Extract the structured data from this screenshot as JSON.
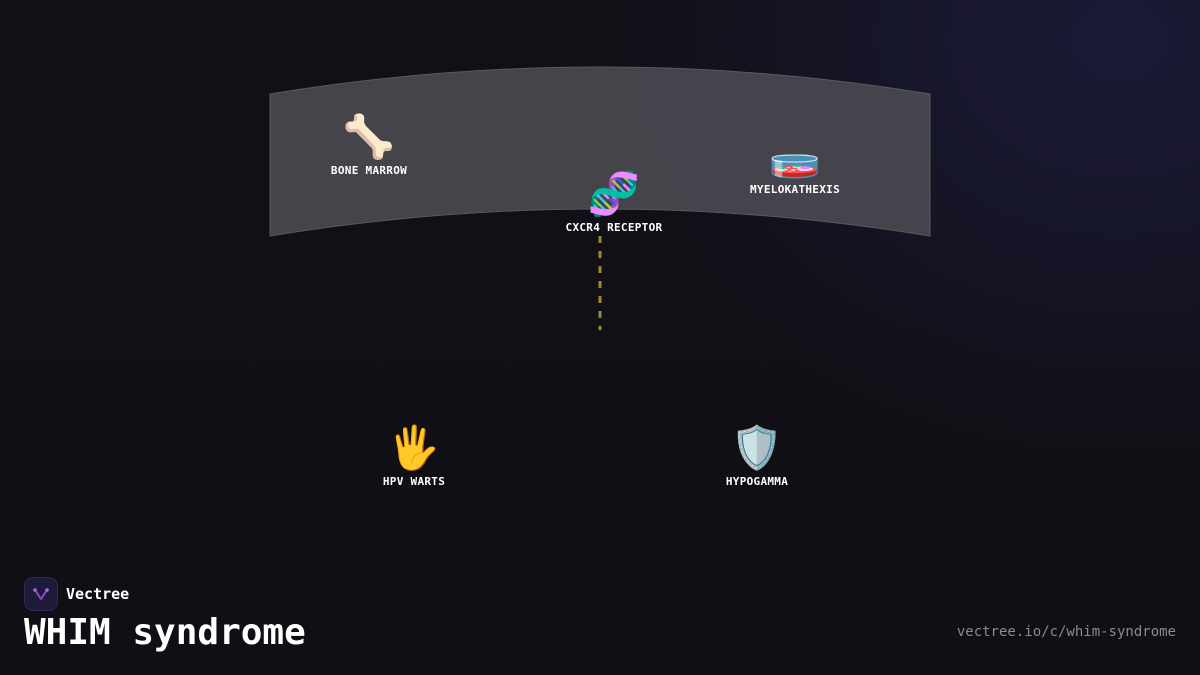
{
  "diagram": {
    "nodes": [
      {
        "id": "bone-marrow",
        "label": "BONE MARROW",
        "icon": "bone-icon",
        "glyph": "🦴"
      },
      {
        "id": "cxcr4-receptor",
        "label": "CXCR4 RECEPTOR",
        "icon": "dna-icon",
        "glyph": "🧬"
      },
      {
        "id": "myelokathexis",
        "label": "MYELOKATHEXIS",
        "icon": "petri-dish-icon",
        "glyph": "🧫"
      },
      {
        "id": "hpv-warts",
        "label": "HPV WARTS",
        "icon": "hand-icon",
        "glyph": "🖐"
      },
      {
        "id": "hypogamma",
        "label": "HYPOGAMMA",
        "icon": "shield-icon",
        "glyph": "🛡️"
      }
    ],
    "band_color": "#4a4950",
    "connector_color": "#9a8a2a"
  },
  "brand": {
    "name": "Vectree",
    "logo_icon": "vectree-logo-icon",
    "logo_color": "#9b4dca"
  },
  "page": {
    "title": "WHIM syndrome",
    "url": "vectree.io/c/whim-syndrome"
  }
}
